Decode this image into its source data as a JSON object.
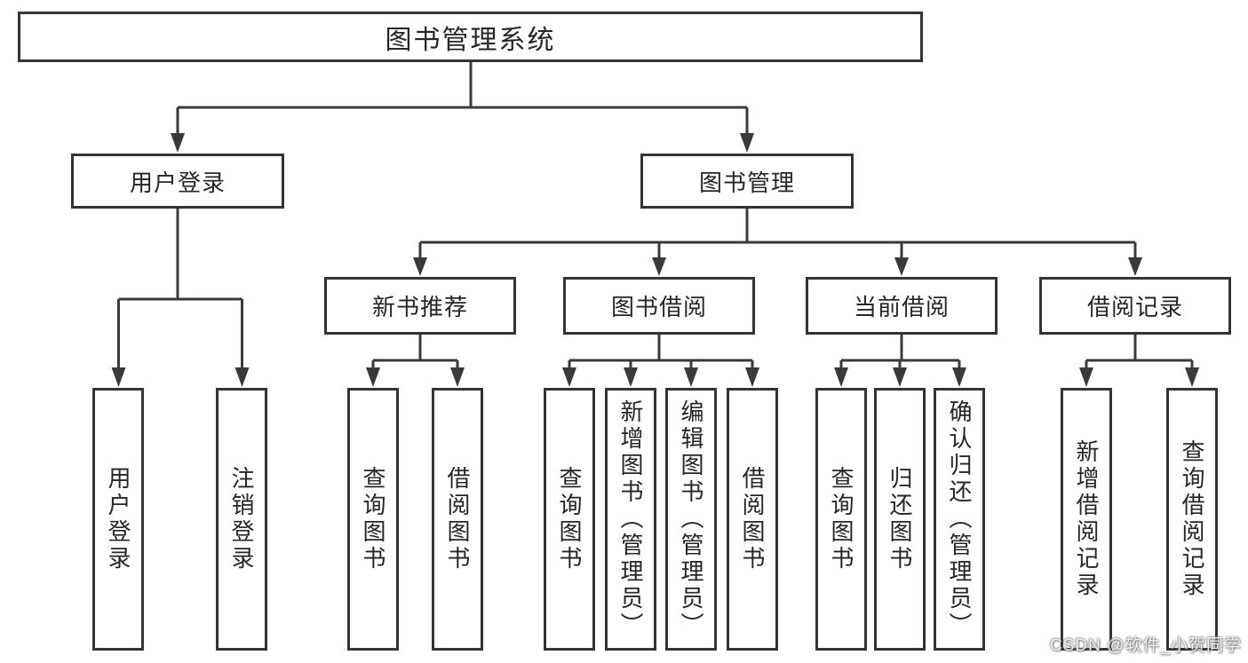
{
  "diagram_title": "图书管理系统",
  "tree": {
    "root": "图书管理系统",
    "children": [
      {
        "label": "用户登录",
        "children": [
          "用户登录",
          "注销登录"
        ]
      },
      {
        "label": "图书管理",
        "children": [
          {
            "label": "新书推荐",
            "children": [
              "查询图书",
              "借阅图书"
            ]
          },
          {
            "label": "图书借阅",
            "children": [
              "查询图书",
              "新增图书（管理员）",
              "编辑图书（管理员）",
              "借阅图书"
            ]
          },
          {
            "label": "当前借阅",
            "children": [
              "查询图书",
              "归还图书",
              "确认归还（管理员）"
            ]
          },
          {
            "label": "借阅记录",
            "children": [
              "新增借阅记录",
              "查询借阅记录"
            ]
          }
        ]
      }
    ]
  },
  "watermark": {
    "text": "CSDN @软件_小贺同学"
  },
  "colors": {
    "background": "#ffffff",
    "line": "#3a3a3a",
    "box_border": "#343434",
    "text": "#262626",
    "watermark_text": "#fcfcfc"
  }
}
